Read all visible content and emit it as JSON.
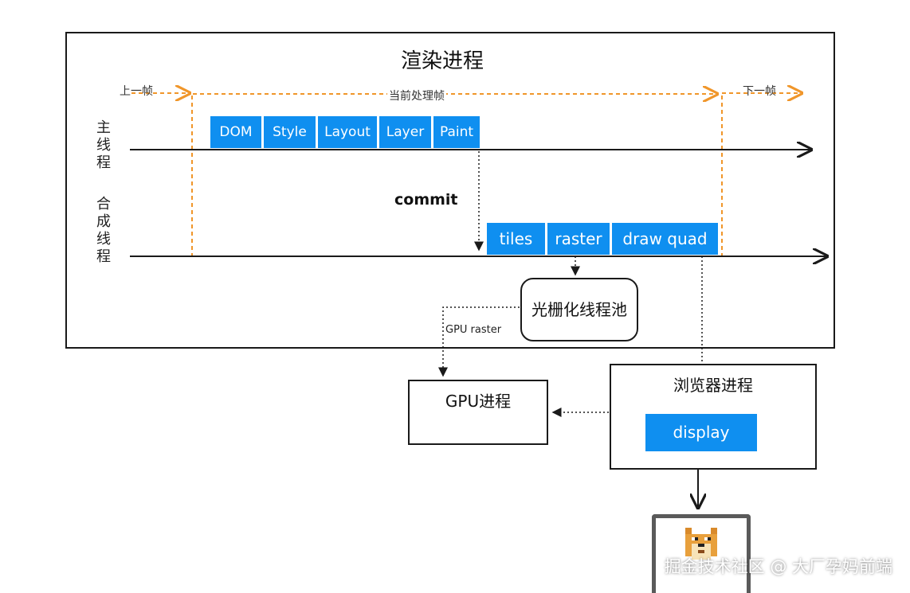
{
  "title": "渲染进程",
  "frames": {
    "prev": "上一帧",
    "current": "当前处理帧",
    "next": "下一帧"
  },
  "threads": {
    "main": [
      "主",
      "线",
      "程"
    ],
    "compositor": [
      "合",
      "成",
      "线",
      "程"
    ]
  },
  "main_stages": [
    "DOM",
    "Style",
    "Layout",
    "Layer",
    "Paint"
  ],
  "compositor_stages": [
    "tiles",
    "raster",
    "draw quad"
  ],
  "commit_label": "commit",
  "raster_pool": "光栅化线程池",
  "gpu_raster_label": "GPU raster",
  "gpu_process": "GPU进程",
  "browser_process": "浏览器进程",
  "display_label": "display",
  "monitor_icon": "doge-pixel-icon",
  "watermark": "掘金技术社区 @ 大厂孕妈前端",
  "colors": {
    "stage_blue": "#0f8ff0",
    "frame_orange": "#f0962a",
    "ink": "#1a1a1a"
  }
}
